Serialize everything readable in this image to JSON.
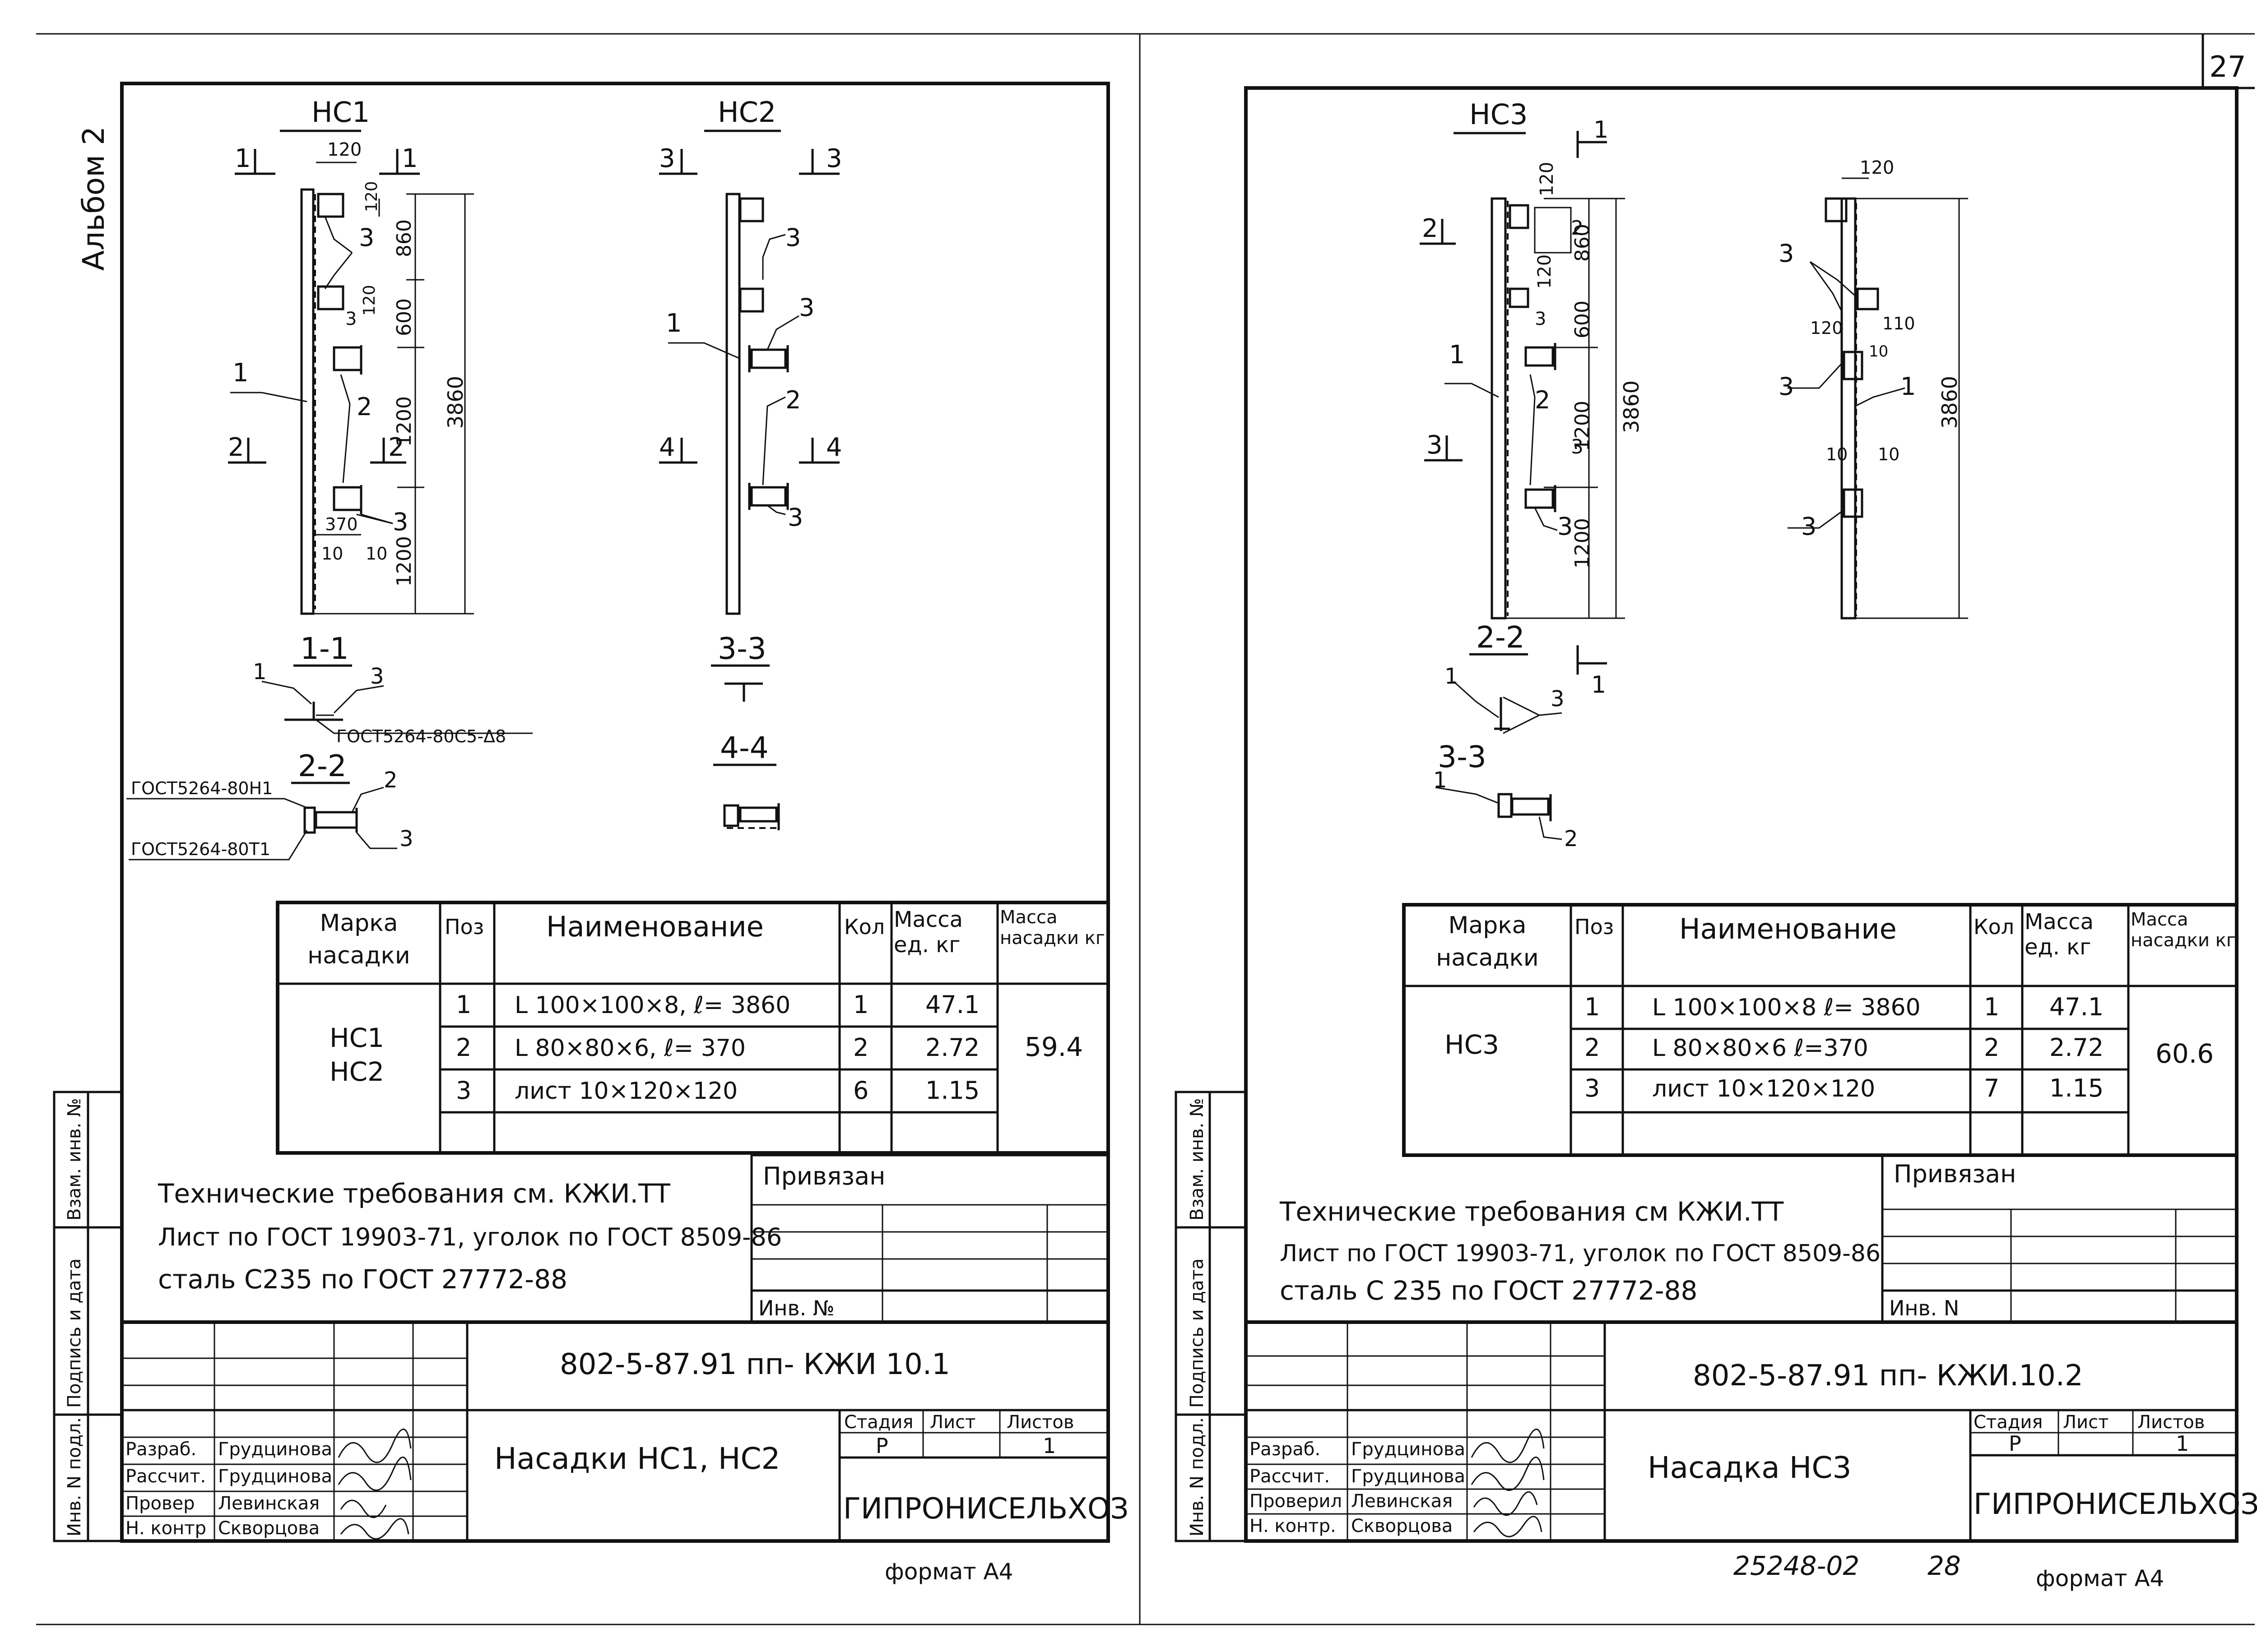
{
  "page_number": "27",
  "album_label": "Альбом 2",
  "bottom_code": "25248-02",
  "bottom_code2": "28",
  "left": {
    "titles": {
      "nc1": "НС1",
      "nc2": "НС2"
    },
    "section_marks": {
      "m1": "1",
      "m2": "2",
      "m3": "3",
      "m4": "4"
    },
    "dims_nc1": {
      "d120a": "120",
      "d120b": "120",
      "d120c": "120",
      "d860": "860",
      "d600": "600",
      "d1200a": "1200",
      "d1200b": "1200",
      "d3860": "3860",
      "d370": "370",
      "d10a": "10",
      "d10b": "10"
    },
    "pos": {
      "p1": "1",
      "p2": "2",
      "p3": "3"
    },
    "sections": {
      "s11": "1-1",
      "s22": "2-2",
      "s33": "3-3",
      "s44": "4-4"
    },
    "weld_notes": {
      "w1": "ГОСТ5264-80С5-Δ8",
      "w2": "ГОСТ5264-80Н1",
      "w3": "ГОСТ5264-80Т1"
    },
    "table": {
      "headers": {
        "mark": "Марка насадки",
        "pos": "Поз",
        "name": "Наименование",
        "qty": "Кол",
        "mass_unit": "Масса ед. кг",
        "mass": "Масса насадки кг"
      },
      "mark1": "НС1",
      "mark2": "НС2",
      "rows": [
        {
          "pos": "1",
          "name": "L 100×100×8,  ℓ= 3860",
          "qty": "1",
          "mass": "47.1"
        },
        {
          "pos": "2",
          "name": "L 80×80×6,  ℓ= 370",
          "qty": "2",
          "mass": "2.72"
        },
        {
          "pos": "3",
          "name": "лист 10×120×120",
          "qty": "6",
          "mass": "1.15"
        }
      ],
      "total": "59.4"
    },
    "notes": [
      "Технические требования см. КЖИ.ТТ",
      "Лист по ГОСТ 19903-71, уголок по ГОСТ 8509-86",
      "сталь С235  по ГОСТ 27772-88"
    ],
    "privyazan": "Привязан",
    "inv_no": "Инв. №",
    "doc_code": "802-5-87.91 пп- КЖИ 10.1",
    "title": "Насадки НС1, НС2",
    "stage_h": "Стадия",
    "sheet_h": "Лист",
    "sheets_h": "Листов",
    "stage": "Р",
    "sheets": "1",
    "org": "ГИПРОНИСЕЛЬХОЗ",
    "roles": [
      "Разраб.",
      "Рассчит.",
      "Провер",
      "Н. контр"
    ],
    "names": [
      "Грудцинова",
      "Грудцинова",
      "Левинская",
      "Скворцова"
    ],
    "side_stamps": [
      "Инв. N подл.",
      "Подпись и дата",
      "Взам. инв. №"
    ],
    "format": "формат А4"
  },
  "right": {
    "title_nc3": "НС3",
    "section_marks": {
      "m1": "1",
      "m2": "2",
      "m3": "3"
    },
    "dims": {
      "d120a": "120",
      "d120b": "120",
      "d860": "860",
      "d600": "600",
      "d1200a": "1200",
      "d1200b": "1200",
      "d3860a": "3860",
      "d3860b": "3860",
      "d120c": "120",
      "d120d": "120",
      "d110": "110",
      "d10a": "10",
      "d10b": "10",
      "d10c": "10"
    },
    "pos": {
      "p1": "1",
      "p2": "2",
      "p3": "3"
    },
    "sections": {
      "s22": "2-2",
      "s33": "3-3"
    },
    "table": {
      "headers": {
        "mark": "Марка насадки",
        "pos": "Поз",
        "name": "Наименование",
        "qty": "Кол",
        "mass_unit": "Масса ед. кг",
        "mass": "Масса насадки кг"
      },
      "mark1": "НС3",
      "rows": [
        {
          "pos": "1",
          "name": "L 100×100×8  ℓ= 3860",
          "qty": "1",
          "mass": "47.1"
        },
        {
          "pos": "2",
          "name": "L 80×80×6  ℓ=370",
          "qty": "2",
          "mass": "2.72"
        },
        {
          "pos": "3",
          "name": "лист 10×120×120",
          "qty": "7",
          "mass": "1.15"
        }
      ],
      "total": "60.6"
    },
    "notes": [
      "Технические требования см КЖИ.ТТ",
      "Лист по ГОСТ 19903-71, уголок по ГОСТ 8509-86",
      "сталь С 235  по ГОСТ 27772-88"
    ],
    "privyazan": "Привязан",
    "inv_no": "Инв. N",
    "doc_code": "802-5-87.91 пп- КЖИ.10.2",
    "title": "Насадка НС3",
    "stage_h": "Стадия",
    "sheet_h": "Лист",
    "sheets_h": "Листов",
    "stage": "Р",
    "sheets": "1",
    "org": "ГИПРОНИСЕЛЬХОЗ",
    "roles": [
      "Разраб.",
      "Рассчит.",
      "Проверил",
      "Н. контр."
    ],
    "names": [
      "Грудцинова",
      "Грудцинова",
      "Левинская",
      "Скворцова"
    ],
    "side_stamps": [
      "Инв. N подл.",
      "Подпись и дата",
      "Взам. инв. №"
    ],
    "format": "формат А4"
  }
}
